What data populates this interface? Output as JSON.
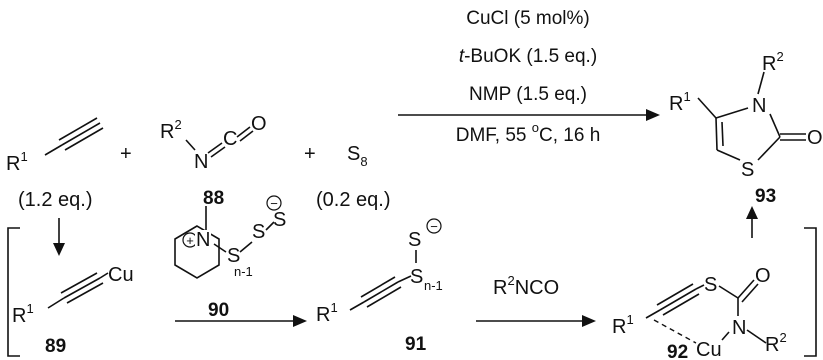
{
  "scheme": {
    "reactant_alkyne": {
      "r": "R",
      "r_sup": "1",
      "equiv": "(1.2 eq.)"
    },
    "plus_1": "+",
    "reactant_isocyanate": {
      "r": "R",
      "r_sup": "2",
      "n": "N",
      "c": "C",
      "o": "O",
      "compound_number": "88"
    },
    "plus_2": "+",
    "reactant_sulfur": {
      "s": "S",
      "s_sub": "8",
      "equiv": "(0.2 eq.)"
    },
    "conditions": {
      "line1": "CuCl (5 mol%)",
      "line2_italic": "t",
      "line2_rest": "-BuOK (1.5 eq.)",
      "line3": "NMP (1.5 eq.)",
      "line4_pre": "DMF, 55 ",
      "line4_degree": "o",
      "line4_post": "C, 16 h"
    },
    "product": {
      "r1": "R",
      "r1_sup": "1",
      "r2": "R",
      "r2_sup": "2",
      "n": "N",
      "s": "S",
      "o": "O",
      "compound_number": "93"
    },
    "intermediate_89": {
      "r": "R",
      "r_sup": "1",
      "cu": "Cu",
      "compound_number": "89"
    },
    "intermediate_90": {
      "n": "N",
      "plus": "+",
      "s1": "S",
      "s2": "S",
      "s3": "S",
      "s3_sub": "n-1",
      "minus": "−",
      "compound_number": "90"
    },
    "intermediate_91": {
      "r": "R",
      "r_sup": "1",
      "s_top": "S",
      "s_main": "S",
      "s_main_sub": "n-1",
      "minus": "−",
      "compound_number": "91"
    },
    "reagent_arrow_label": {
      "r": "R",
      "r_sup": "2",
      "rest": "NCO"
    },
    "intermediate_92": {
      "r1": "R",
      "r1_sup": "1",
      "s": "S",
      "o": "O",
      "n": "N",
      "cu": "Cu",
      "r2": "R",
      "r2_sup": "2",
      "compound_number": "92"
    }
  }
}
